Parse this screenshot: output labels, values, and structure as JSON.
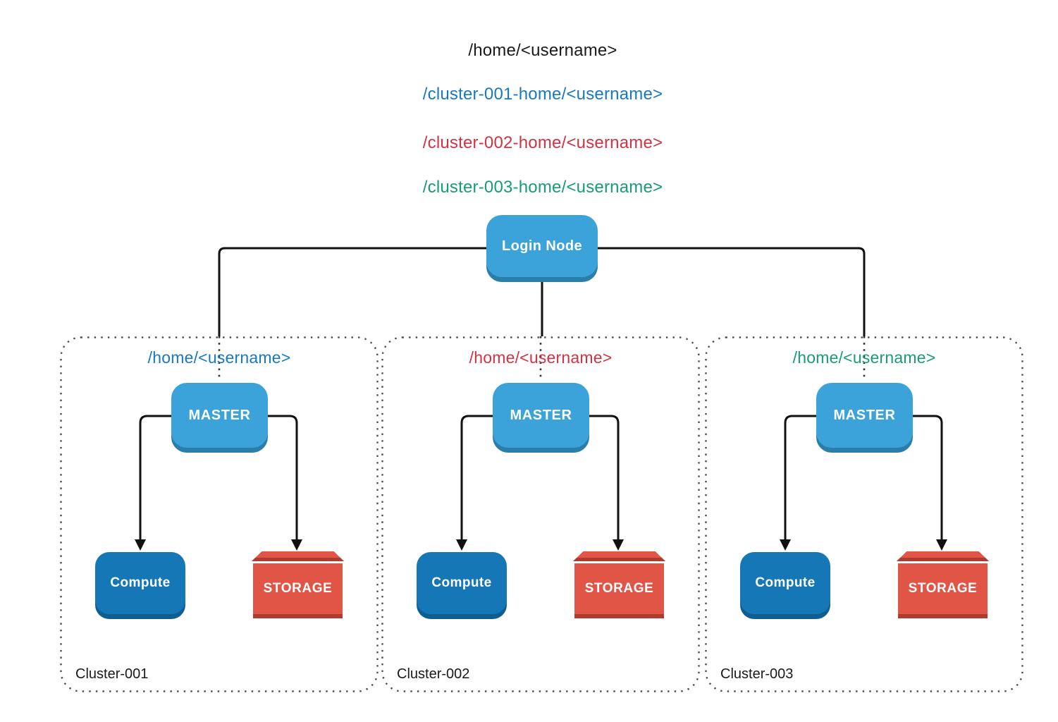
{
  "header_paths": {
    "login": "/home/<username>",
    "cluster1": "/cluster-001-home/<username>",
    "cluster2": "/cluster-002-home/<username>",
    "cluster3": "/cluster-003-home/<username>"
  },
  "login_node": {
    "label": "Login Node"
  },
  "clusters": [
    {
      "name": "Cluster-001",
      "home_path": "/home/<username>",
      "accent": "#1878C2",
      "master_label": "MASTER",
      "compute_label": "Compute",
      "storage_label": "STORAGE"
    },
    {
      "name": "Cluster-002",
      "home_path": "/home/<username>",
      "accent": "#D13343",
      "master_label": "MASTER",
      "compute_label": "Compute",
      "storage_label": "STORAGE"
    },
    {
      "name": "Cluster-003",
      "home_path": "/home/<username>",
      "accent": "#189B77",
      "master_label": "MASTER",
      "compute_label": "Compute",
      "storage_label": "STORAGE"
    }
  ],
  "colors": {
    "path-black": "#1A1A1A",
    "path-blue": "#1878C2",
    "path-red": "#D13343",
    "path-green": "#189B77",
    "node-light-blue": "#3BA3D9",
    "node-light-blue-shadow": "#2B7EA8",
    "node-dark-blue": "#1577B5",
    "node-dark-blue-shadow": "#0E5E92",
    "storage-red": "#E05546",
    "storage-red-dark": "#AE3B30",
    "connector-black": "#111111",
    "border-dot-gray": "#4F4F4F"
  }
}
